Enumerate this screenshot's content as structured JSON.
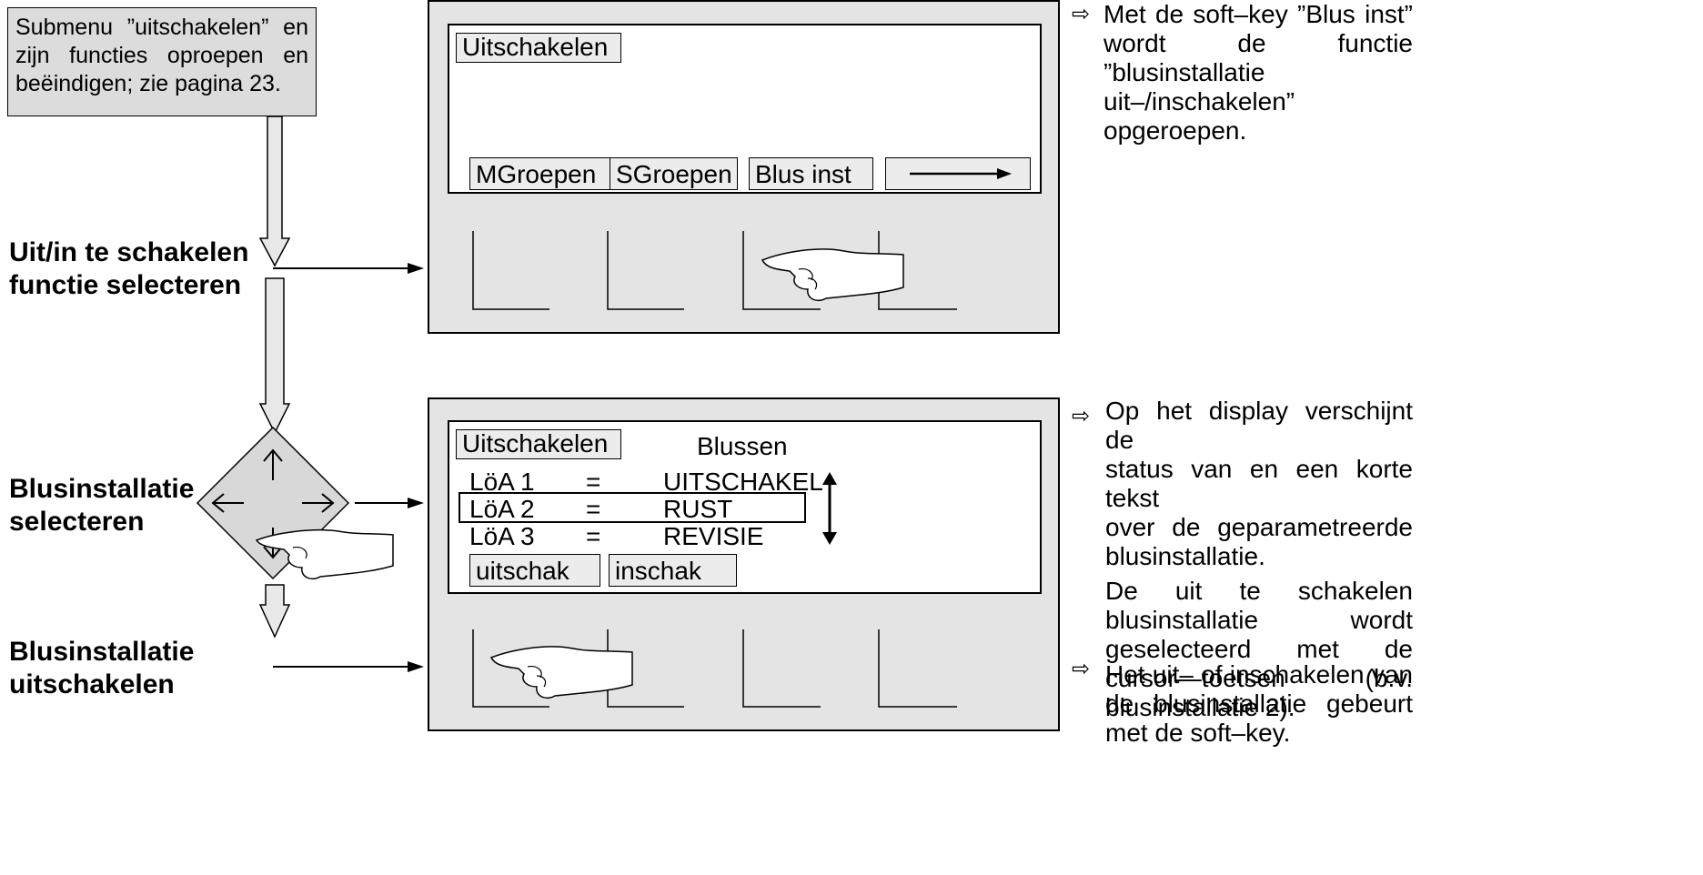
{
  "intro_box": {
    "text": "Submenu ”uitschakelen” en zijn functies oproepen en beëindigen; zie pagina 23."
  },
  "steps": [
    {
      "label_line1": "Uit/in te schakelen",
      "label_line2": "functie selecteren"
    },
    {
      "label_line1": "Blusinstallatie",
      "label_line2": "selecteren"
    },
    {
      "label_line1": "Blusinstallatie",
      "label_line2": "uitschakelen"
    }
  ],
  "screen1": {
    "title": "Uitschakelen",
    "softkeys": [
      "MGroepen",
      "SGroepen",
      "Blus inst"
    ],
    "next_arrow": "→"
  },
  "screen2": {
    "title": "Uitschakelen",
    "header": "Blussen",
    "rows": [
      {
        "name": "LöA 1",
        "eq": "=",
        "status": "UITSCHAKEL"
      },
      {
        "name": "LöA 2",
        "eq": "=",
        "status": "RUST"
      },
      {
        "name": "LöA 3",
        "eq": "=",
        "status": "REVISIE"
      }
    ],
    "softkeys": [
      "uitschak",
      "inschak"
    ]
  },
  "notes": {
    "note1": {
      "marker": "⇨",
      "lines": [
        "Met de soft–key ”Blus inst”",
        "wordt de functie",
        "”blusinstallatie",
        "uit–/inschakelen”",
        "opgeroepen."
      ]
    },
    "note2": {
      "marker": "⇨",
      "para1": [
        "Op het display verschijnt de",
        "status van en een korte tekst",
        "over de geparametreerde",
        "blusinstallatie."
      ],
      "para2": [
        "De uit te schakelen",
        "blusinstallatie wordt",
        "geselecteerd met de",
        "cursor—toetsen (b.v.",
        "blusinstallatie 2)."
      ]
    },
    "note3": {
      "marker": "⇨",
      "lines": [
        "Het uit– of inschakelen van",
        "de blusinstallatie gebeurt",
        "met de soft–key."
      ]
    }
  },
  "colors": {
    "panel": "#e4e4e4",
    "box": "#dcdcdc",
    "key": "#ececec"
  }
}
